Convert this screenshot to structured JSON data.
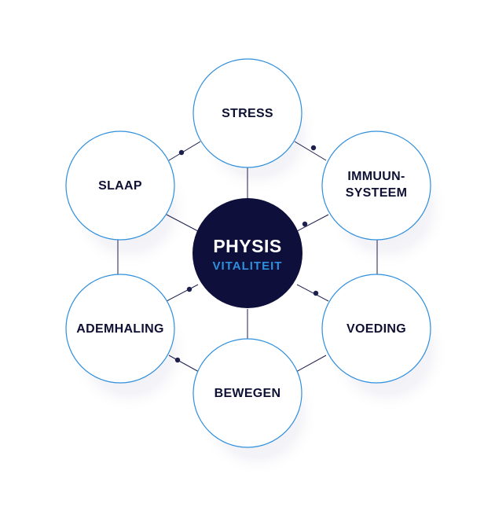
{
  "center": {
    "title": "PHYSIS",
    "subtitle": "VITALITEIT"
  },
  "nodes": [
    {
      "id": "stress",
      "label": "STRESS"
    },
    {
      "id": "immuunsysteem",
      "label": "IMMUUN-\nSYSTEEM"
    },
    {
      "id": "voeding",
      "label": "VOEDING"
    },
    {
      "id": "bewegen",
      "label": "BEWEGEN"
    },
    {
      "id": "ademhaling",
      "label": "ADEMHALING"
    },
    {
      "id": "slaap",
      "label": "SLAAP"
    }
  ],
  "colors": {
    "center_fill": "#0e0f3a",
    "accent": "#2f8fdd",
    "node_border": "#2f8fdd",
    "text": "#0e1133",
    "connector": "#1d1f4d"
  }
}
